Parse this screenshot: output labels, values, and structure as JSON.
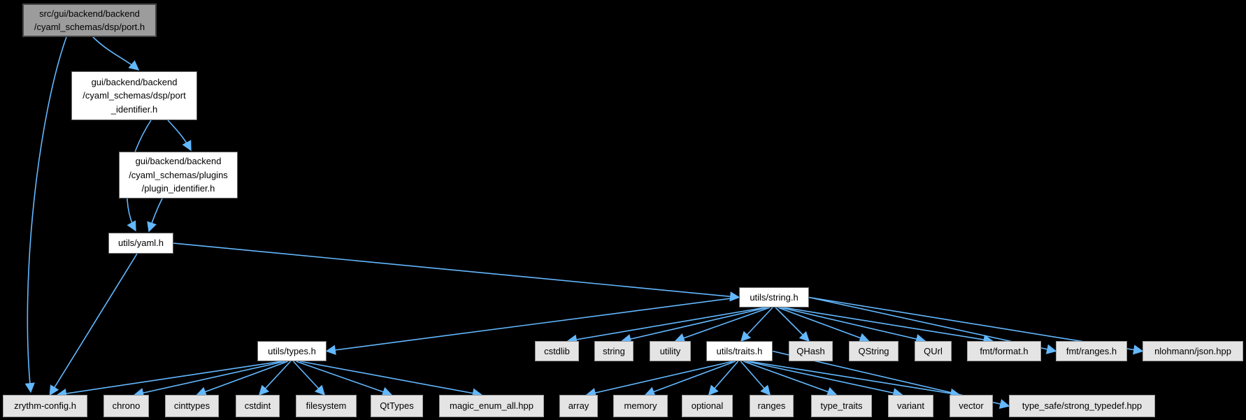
{
  "graph": {
    "background_color": "#000000",
    "arrow_color": "#63b8ff",
    "root_node_fill": "#9c9c9c",
    "internal_node_fill": "#ffffff",
    "leaf_node_fill": "#e4e4e4",
    "nodes": [
      {
        "id": "port-h",
        "kind": "root",
        "label": [
          "src/gui/backend/backend",
          "/cyaml_schemas/dsp/port.h"
        ]
      },
      {
        "id": "port-identifier-h",
        "kind": "internal",
        "label": [
          "gui/backend/backend",
          "/cyaml_schemas/dsp/port",
          "_identifier.h"
        ]
      },
      {
        "id": "plugin-identifier-h",
        "kind": "internal",
        "label": [
          "gui/backend/backend",
          "/cyaml_schemas/plugins",
          "/plugin_identifier.h"
        ]
      },
      {
        "id": "utils-yaml-h",
        "kind": "internal",
        "label": [
          "utils/yaml.h"
        ]
      },
      {
        "id": "utils-string-h",
        "kind": "internal",
        "label": [
          "utils/string.h"
        ]
      },
      {
        "id": "utils-types-h",
        "kind": "internal",
        "label": [
          "utils/types.h"
        ]
      },
      {
        "id": "utils-traits-h",
        "kind": "internal",
        "label": [
          "utils/traits.h"
        ]
      },
      {
        "id": "cstdlib",
        "kind": "leaf",
        "label": [
          "cstdlib"
        ]
      },
      {
        "id": "string",
        "kind": "leaf",
        "label": [
          "string"
        ]
      },
      {
        "id": "utility",
        "kind": "leaf",
        "label": [
          "utility"
        ]
      },
      {
        "id": "qhash",
        "kind": "leaf",
        "label": [
          "QHash"
        ]
      },
      {
        "id": "qstring",
        "kind": "leaf",
        "label": [
          "QString"
        ]
      },
      {
        "id": "qurl",
        "kind": "leaf",
        "label": [
          "QUrl"
        ]
      },
      {
        "id": "fmt-format-h",
        "kind": "leaf",
        "label": [
          "fmt/format.h"
        ]
      },
      {
        "id": "fmt-ranges-h",
        "kind": "leaf",
        "label": [
          "fmt/ranges.h"
        ]
      },
      {
        "id": "nlohmann-json-hpp",
        "kind": "leaf",
        "label": [
          "nlohmann/json.hpp"
        ]
      },
      {
        "id": "zrythm-config-h",
        "kind": "leaf",
        "label": [
          "zrythm-config.h"
        ]
      },
      {
        "id": "chrono",
        "kind": "leaf",
        "label": [
          "chrono"
        ]
      },
      {
        "id": "cinttypes",
        "kind": "leaf",
        "label": [
          "cinttypes"
        ]
      },
      {
        "id": "cstdint",
        "kind": "leaf",
        "label": [
          "cstdint"
        ]
      },
      {
        "id": "filesystem",
        "kind": "leaf",
        "label": [
          "filesystem"
        ]
      },
      {
        "id": "qttypes",
        "kind": "leaf",
        "label": [
          "QtTypes"
        ]
      },
      {
        "id": "magic-enum-all-hpp",
        "kind": "leaf",
        "label": [
          "magic_enum_all.hpp"
        ]
      },
      {
        "id": "array",
        "kind": "leaf",
        "label": [
          "array"
        ]
      },
      {
        "id": "memory",
        "kind": "leaf",
        "label": [
          "memory"
        ]
      },
      {
        "id": "optional",
        "kind": "leaf",
        "label": [
          "optional"
        ]
      },
      {
        "id": "ranges",
        "kind": "leaf",
        "label": [
          "ranges"
        ]
      },
      {
        "id": "type-traits",
        "kind": "leaf",
        "label": [
          "type_traits"
        ]
      },
      {
        "id": "variant",
        "kind": "leaf",
        "label": [
          "variant"
        ]
      },
      {
        "id": "vector",
        "kind": "leaf",
        "label": [
          "vector"
        ]
      },
      {
        "id": "type-safe-strong-typedef-hpp",
        "kind": "leaf",
        "label": [
          "type_safe/strong_typedef.hpp"
        ]
      }
    ],
    "edges": [
      {
        "from": "port-h",
        "to": "port-identifier-h"
      },
      {
        "from": "port-h",
        "to": "zrythm-config-h"
      },
      {
        "from": "port-identifier-h",
        "to": "plugin-identifier-h"
      },
      {
        "from": "port-identifier-h",
        "to": "utils-yaml-h"
      },
      {
        "from": "plugin-identifier-h",
        "to": "utils-yaml-h"
      },
      {
        "from": "utils-yaml-h",
        "to": "zrythm-config-h"
      },
      {
        "from": "utils-yaml-h",
        "to": "utils-string-h"
      },
      {
        "from": "utils-string-h",
        "to": "utils-types-h"
      },
      {
        "from": "utils-string-h",
        "to": "cstdlib"
      },
      {
        "from": "utils-string-h",
        "to": "string"
      },
      {
        "from": "utils-string-h",
        "to": "utility"
      },
      {
        "from": "utils-string-h",
        "to": "utils-traits-h"
      },
      {
        "from": "utils-string-h",
        "to": "qhash"
      },
      {
        "from": "utils-string-h",
        "to": "qstring"
      },
      {
        "from": "utils-string-h",
        "to": "qurl"
      },
      {
        "from": "utils-string-h",
        "to": "fmt-format-h"
      },
      {
        "from": "utils-string-h",
        "to": "fmt-ranges-h"
      },
      {
        "from": "utils-string-h",
        "to": "nlohmann-json-hpp"
      },
      {
        "from": "utils-types-h",
        "to": "zrythm-config-h"
      },
      {
        "from": "utils-types-h",
        "to": "chrono"
      },
      {
        "from": "utils-types-h",
        "to": "cinttypes"
      },
      {
        "from": "utils-types-h",
        "to": "cstdint"
      },
      {
        "from": "utils-types-h",
        "to": "filesystem"
      },
      {
        "from": "utils-types-h",
        "to": "qttypes"
      },
      {
        "from": "utils-types-h",
        "to": "magic-enum-all-hpp"
      },
      {
        "from": "utils-traits-h",
        "to": "array"
      },
      {
        "from": "utils-traits-h",
        "to": "memory"
      },
      {
        "from": "utils-traits-h",
        "to": "optional"
      },
      {
        "from": "utils-traits-h",
        "to": "ranges"
      },
      {
        "from": "utils-traits-h",
        "to": "type-traits"
      },
      {
        "from": "utils-traits-h",
        "to": "variant"
      },
      {
        "from": "utils-traits-h",
        "to": "vector"
      },
      {
        "from": "utils-traits-h",
        "to": "type-safe-strong-typedef-hpp"
      }
    ]
  }
}
